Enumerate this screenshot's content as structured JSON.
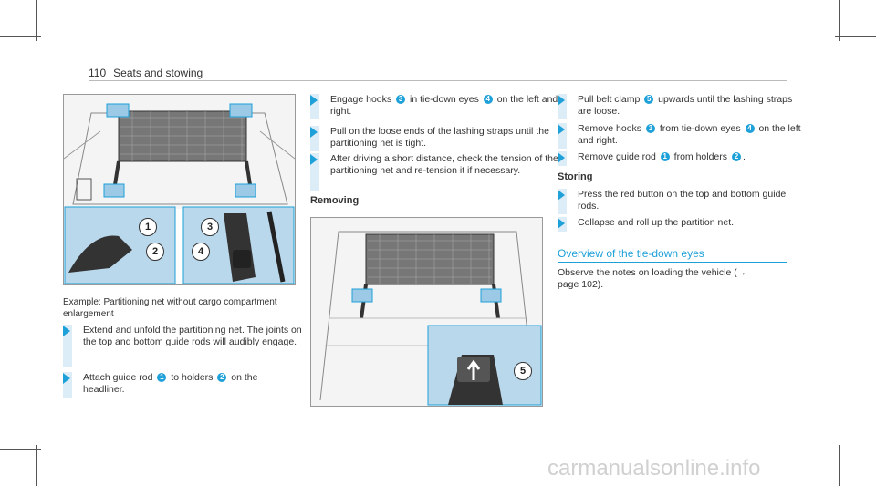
{
  "header": {
    "page_number": "110",
    "section": "Seats and stowing"
  },
  "figure1": {
    "caption": "Example: Partitioning net without cargo compartment enlargement",
    "callouts": [
      "1",
      "2",
      "3",
      "4"
    ]
  },
  "col1": {
    "steps": [
      {
        "text": "Extend and unfold the partitioning net. The joints on the top and bottom guide rods will audibly engage."
      },
      {
        "pre": "Attach guide rod",
        "b1": "1",
        "mid": "to holders",
        "b2": "2",
        "post": "on the headliner."
      }
    ]
  },
  "col2": {
    "steps": [
      {
        "pre": "Engage hooks",
        "b1": "3",
        "mid": "in tie-down eyes",
        "b2": "4",
        "post": "on the left and right."
      },
      {
        "text": "Pull on the loose ends of the lashing straps until the partitioning net is tight."
      },
      {
        "text": "After driving a short distance, check the tension of the partitioning net and re-tension it if necessary."
      }
    ],
    "removing_heading": "Removing"
  },
  "figure2": {
    "callouts": [
      "5"
    ]
  },
  "col3": {
    "steps": [
      {
        "pre": "Pull belt clamp",
        "b1": "5",
        "post": "upwards until the lashing straps are loose."
      },
      {
        "pre": "Remove hooks",
        "b1": "3",
        "mid": "from tie-down eyes",
        "b2": "4",
        "post": "on the left and right."
      },
      {
        "pre": "Remove guide rod",
        "b1": "1",
        "mid": "from holders",
        "b2": "2",
        "post": "."
      }
    ],
    "storing_heading": "Storing",
    "storing_steps": [
      {
        "text": "Press the red button on the top and bottom guide rods."
      },
      {
        "text": "Collapse and roll up the partition net."
      }
    ],
    "section_title": "Overview of the tie-down eyes",
    "note": "Observe the notes on loading the vehicle (→ page 102)."
  },
  "watermark": "carmanualsonline.info"
}
